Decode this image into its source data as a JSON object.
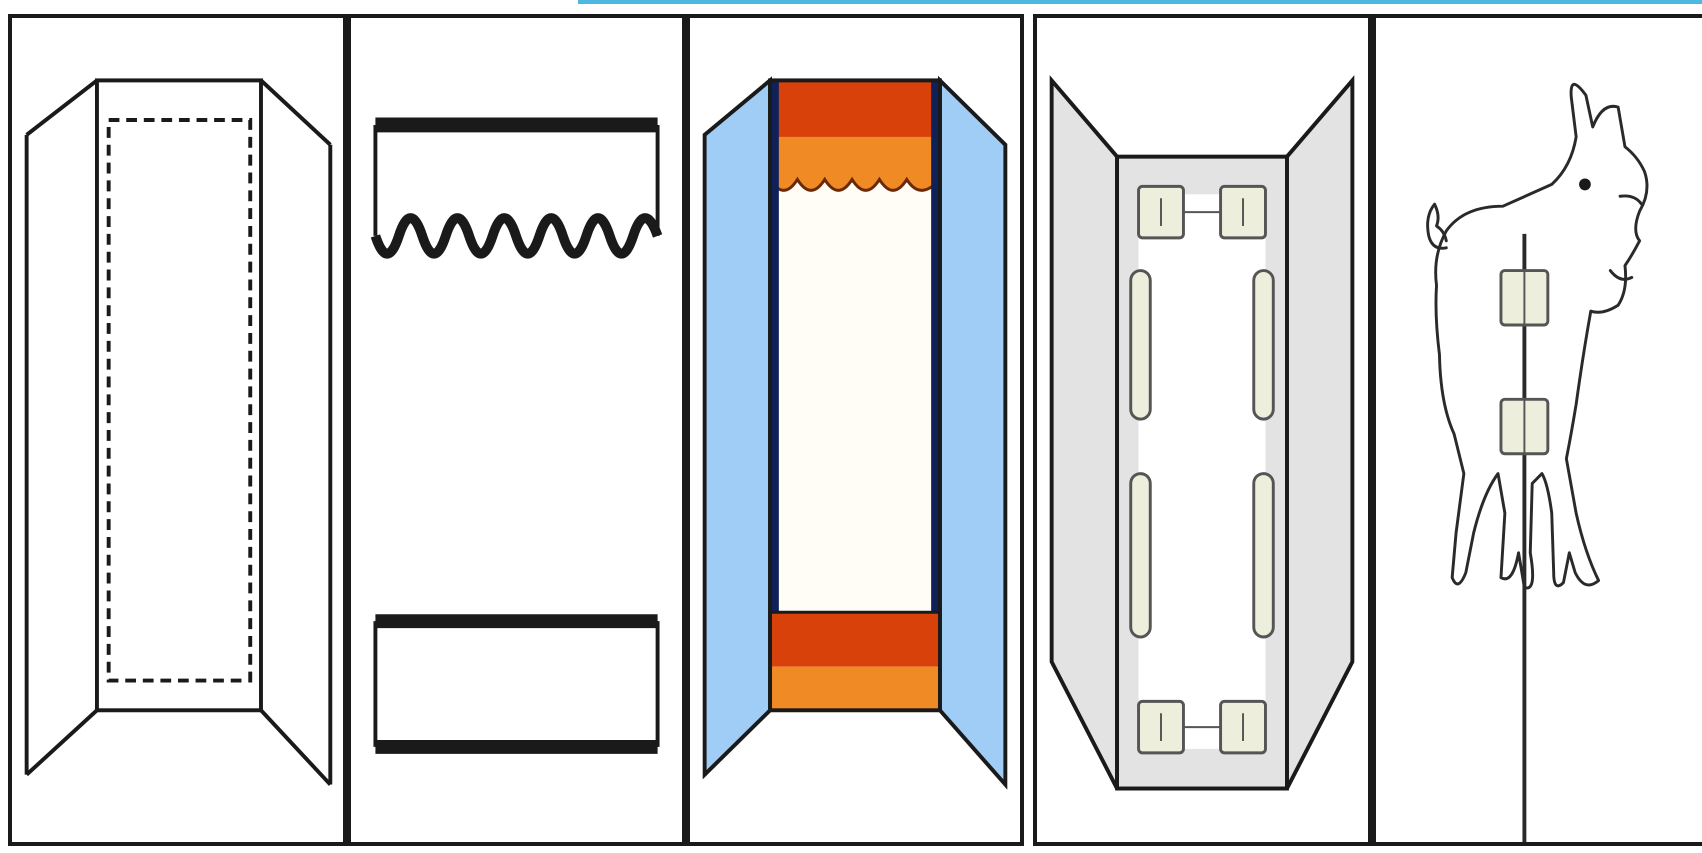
{
  "panels": [
    {
      "id": "panel-1",
      "icon": "dashed-frame-diagram-icon"
    },
    {
      "id": "panel-2",
      "icon": "scalloped-bar-diagram-icon"
    },
    {
      "id": "panel-3",
      "icon": "colored-door-diagram-icon"
    },
    {
      "id": "panel-4",
      "icon": "pads-frame-diagram-icon"
    },
    {
      "id": "panel-5",
      "icon": "pig-sketch-icon"
    }
  ],
  "colors": {
    "outline": "#1a1a1a",
    "side_blue": "#9fcdf5",
    "navy": "#10215a",
    "orange_dark": "#d8420a",
    "orange_light": "#f08a25",
    "gray_wing": "#e3e3e3",
    "pad_fill": "#eeeedc",
    "accent_rule": "#4db8e0"
  }
}
